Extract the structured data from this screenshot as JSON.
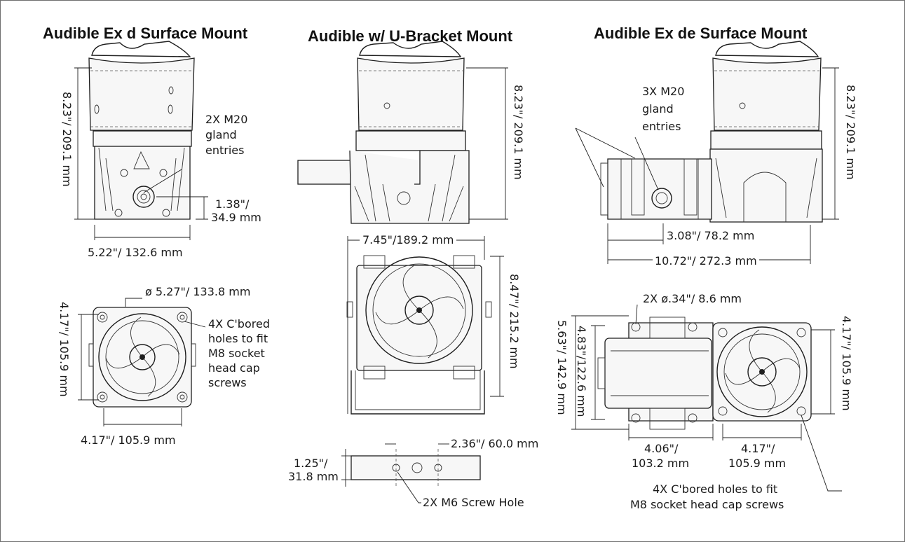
{
  "titles": {
    "left": "Audible Ex d Surface Mount",
    "middle": "Audible w/ U-Bracket Mount",
    "right": "Audible Ex de Surface Mount"
  },
  "left_view": {
    "height_dim": "8.23\"/ 209.1 mm",
    "gland_callout": [
      "2X M20",
      "gland",
      "entries"
    ],
    "offset_dim": [
      "1.38\"/",
      "34.9 mm"
    ],
    "width_dim": "5.22\"/ 132.6 mm",
    "dia_dim": "ø 5.27\"/ 133.8 mm",
    "side_dim": "4.17\"/ 105.9 mm",
    "holes_callout": [
      "4X C'bored",
      "holes to fit",
      "M8 socket",
      "head cap",
      "screws"
    ],
    "bottom_dim": "4.17\"/ 105.9 mm"
  },
  "middle_view": {
    "height_dim": "8.23\"/ 209.1 mm",
    "width_dim": "7.45\"/189.2 mm",
    "bracket_height_dim": "8.47\"/ 215.2 mm",
    "slot_spacing_dim": "2.36\"/ 60.0 mm",
    "foot_height_dim": [
      "1.25\"/",
      "31.8 mm"
    ],
    "screw_hole_callout": "2X M6 Screw Hole"
  },
  "right_view": {
    "gland_callout": [
      "3X M20",
      "gland",
      "entries"
    ],
    "height_dim": "8.23\"/ 209.1 mm",
    "gland_spacing_dim": "3.08\"/ 78.2 mm",
    "overall_width_dim": "10.72\"/ 272.3 mm",
    "hole_dim": "2X ø.34\"/ 8.6 mm",
    "outer_height_dim": "5.63\"/ 142.9 mm",
    "inner_height_dim": "4.83\"/122.6 mm",
    "side_dim": "4.17\"/ 105.9 mm",
    "box_width_dim": [
      "4.06\"/",
      "103.2 mm"
    ],
    "horn_width_dim": [
      "4.17\"/",
      "105.9 mm"
    ],
    "holes_callout": [
      "4X C'bored holes to fit",
      "M8 socket head cap screws"
    ]
  }
}
